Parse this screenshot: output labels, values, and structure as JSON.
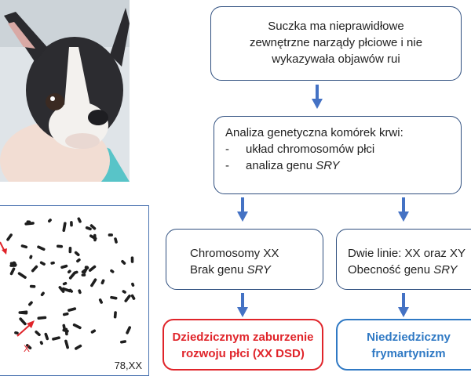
{
  "top_box": {
    "line1": "Suczka ma nieprawidłowe",
    "line2": "zewnętrzne narządy płciowe i nie",
    "line3": "wykazywała objawów rui"
  },
  "analysis_box": {
    "title": "Analiza genetyczna komórek krwi:",
    "items": [
      {
        "dash": "-",
        "text": "układ chromosomów płci"
      },
      {
        "dash": "-",
        "text": "analiza genu ",
        "italic": "SRY"
      }
    ]
  },
  "left_result": {
    "line1": "Chromosomy XX",
    "line2_prefix": "Brak genu ",
    "line2_italic": "SRY"
  },
  "right_result": {
    "line1": "Dwie linie: XX oraz XY",
    "line2_prefix": "Obecność genu ",
    "line2_italic": "SRY"
  },
  "left_diagnosis": {
    "line1": "Dziedzicznym zaburzenie",
    "line2": "rozwoju płci (XX DSD)"
  },
  "right_diagnosis": {
    "line1": "Niedziedziczny",
    "line2": "frymartynizm"
  },
  "karyotype": {
    "label": "78,XX",
    "marker": "X"
  },
  "colors": {
    "box_border": "#2f4f7f",
    "arrow": "#4472c4",
    "dsd_red": "#e0242a",
    "freemartin_blue": "#2f79c4"
  }
}
